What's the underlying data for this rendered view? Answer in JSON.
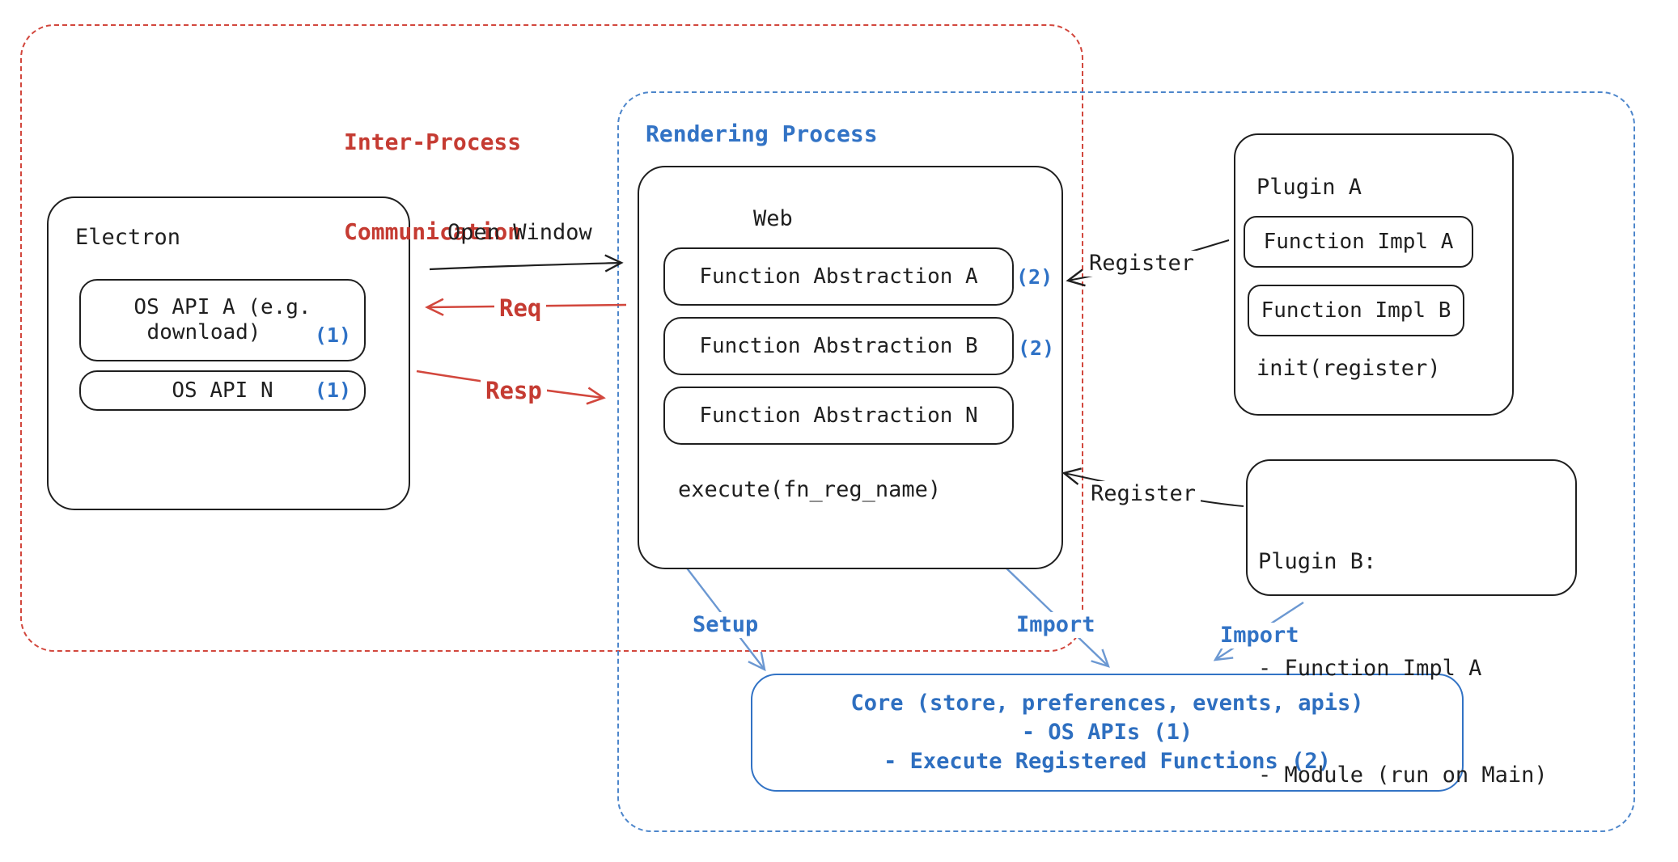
{
  "regions": {
    "ipc": {
      "title_line1": "Inter-Process",
      "title_line2": "Communication"
    },
    "rendering": {
      "title": "Rendering Process"
    }
  },
  "electron": {
    "title": "Electron",
    "os_api_a_line1": "OS API A (e.g.",
    "os_api_a_line2": "download)",
    "os_api_a_badge": "(1)",
    "os_api_n_label": "OS API N",
    "os_api_n_badge": "(1)"
  },
  "web": {
    "title": "Web",
    "fn_a": "Function Abstraction A",
    "fn_a_badge": "(2)",
    "fn_b": "Function Abstraction B",
    "fn_b_badge": "(2)",
    "fn_n": "Function Abstraction N",
    "execute": "execute(fn_reg_name)"
  },
  "plugin_a": {
    "title": "Plugin A",
    "impl_a": "Function Impl A",
    "impl_b": "Function Impl B",
    "init": "init(register)"
  },
  "plugin_b": {
    "title": "Plugin B:",
    "items": [
      "- Function Impl A",
      "- Module (run on Main)"
    ]
  },
  "core": {
    "lines": [
      "Core (store, preferences, events, apis)",
      "- OS APIs (1)",
      "- Execute Registered Functions (2)"
    ]
  },
  "arrow_labels": {
    "open_window": "Open Window",
    "req": "Req",
    "resp": "Resp",
    "register_top": "Register",
    "register_bottom": "Register",
    "setup": "Setup",
    "import_mid": "Import",
    "import_right": "Import"
  },
  "colors": {
    "red_border": "#d2473d",
    "red_text": "#c53b32",
    "blue_border": "#4d86cb",
    "blue_text": "#3273c5",
    "core_text": "#2e6fc0",
    "badge_blue": "#2f72c6",
    "arrow_blue": "#6b98d2",
    "black": "#1f1f1f"
  }
}
